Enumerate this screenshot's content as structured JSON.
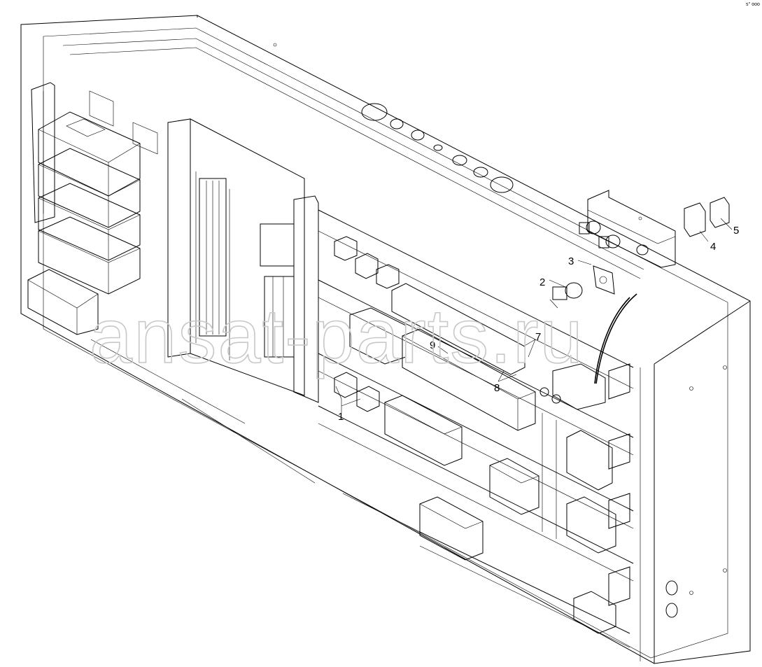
{
  "diagram": {
    "watermark": "ansat-parts.ru",
    "corner_mark": "s° ooo",
    "callouts": [
      {
        "id": "1",
        "label": "1"
      },
      {
        "id": "2",
        "label": "2"
      },
      {
        "id": "3",
        "label": "3"
      },
      {
        "id": "4",
        "label": "4"
      },
      {
        "id": "5",
        "label": "5"
      },
      {
        "id": "7",
        "label": "7"
      },
      {
        "id": "8",
        "label": "8"
      },
      {
        "id": "9",
        "label": "9"
      }
    ]
  }
}
